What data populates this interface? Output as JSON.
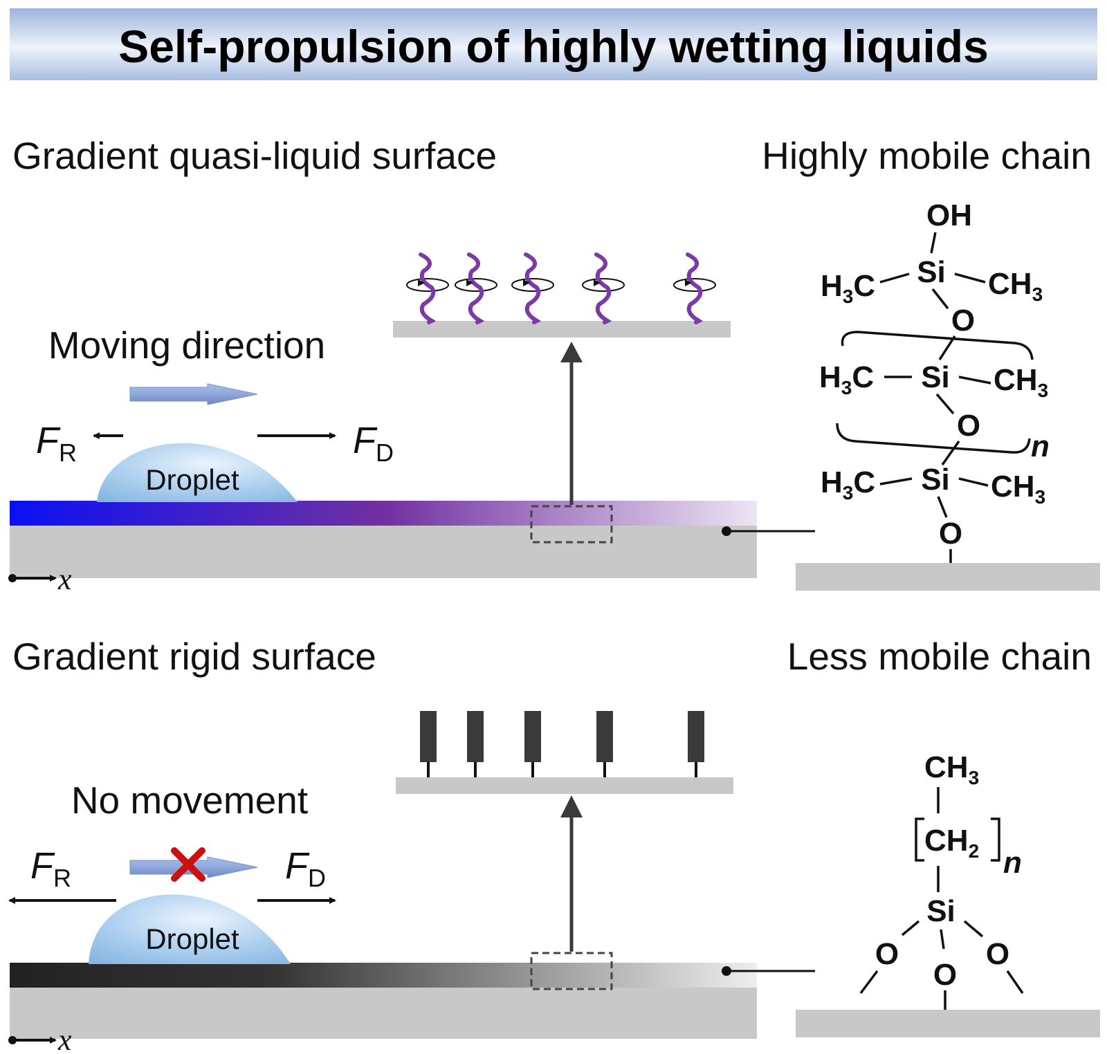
{
  "title": "Self-propulsion of highly wetting liquids",
  "colors": {
    "title_band_top": "#9eb4dc",
    "title_band_mid": "#eef3fb",
    "droplet": "#a9cdee",
    "substrate": "#c8c8c8",
    "quasi_liquid_gradient_start": "#0a10f5",
    "quasi_liquid_gradient_mid": "#7030a0",
    "rigid_gradient_start": "#222222",
    "chain_purple": "#7b3aa8",
    "rigid_post": "#3a3a3a",
    "cross": "#cc1010",
    "direction_arrow": "#8fa8dc"
  },
  "top_panel": {
    "heading": "Gradient quasi-liquid surface",
    "chain_heading": "Highly mobile chain",
    "direction_label": "Moving direction",
    "droplet_label": "Droplet",
    "force_left": {
      "symbol": "F",
      "subscript": "R"
    },
    "force_right": {
      "symbol": "F",
      "subscript": "D"
    },
    "axis_label": "x",
    "molecule": {
      "oh": "OH",
      "si": "Si",
      "o": "O",
      "h3c": {
        "main": "H",
        "sub": "3",
        "tail": "C"
      },
      "ch3": {
        "main": "CH",
        "sub": "3"
      },
      "repeat": "n"
    }
  },
  "bottom_panel": {
    "heading": "Gradient rigid surface",
    "chain_heading": "Less mobile chain",
    "direction_label": "No movement",
    "droplet_label": "Droplet",
    "force_left": {
      "symbol": "F",
      "subscript": "R"
    },
    "force_right": {
      "symbol": "F",
      "subscript": "D"
    },
    "axis_label": "x",
    "molecule": {
      "ch3": {
        "main": "CH",
        "sub": "3"
      },
      "ch2": {
        "main": "CH",
        "sub": "2"
      },
      "repeat": "n",
      "si": "Si",
      "o": "O"
    }
  }
}
